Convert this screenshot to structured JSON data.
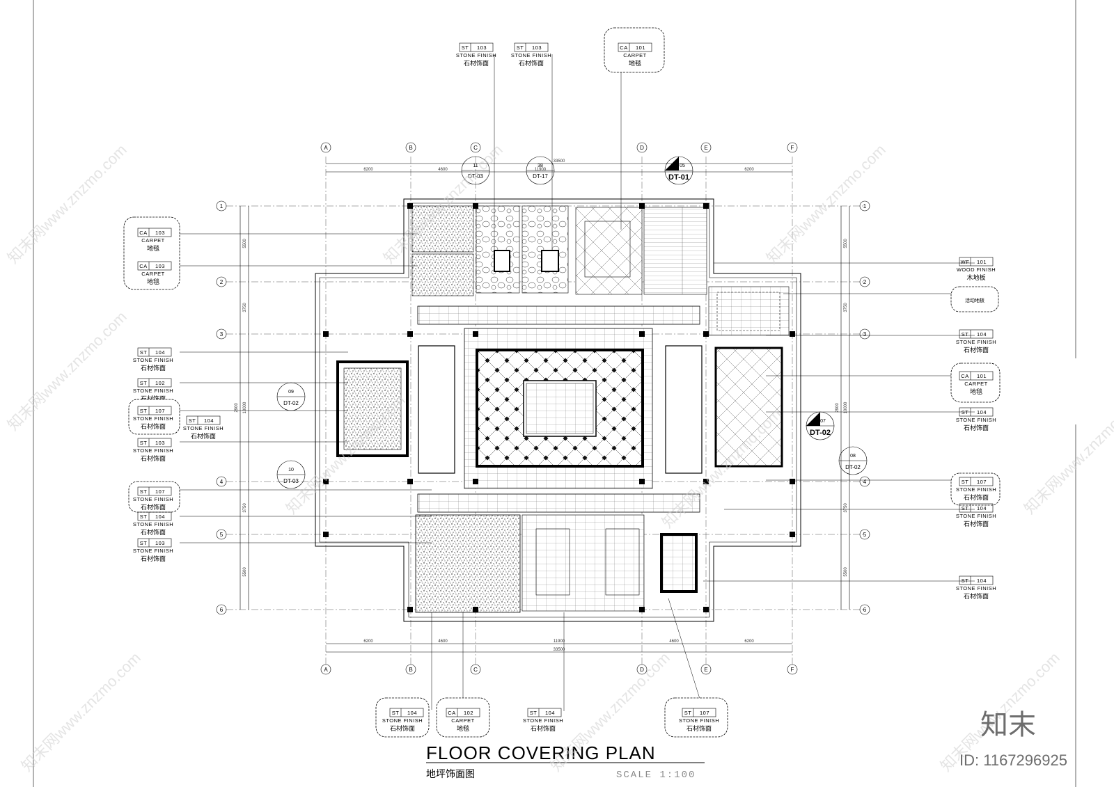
{
  "title": "FLOOR COVERING PLAN",
  "subtitle_cn": "地坪饰面图",
  "scale": "SCALE 1:100",
  "grid_columns": [
    "A",
    "B",
    "C",
    "D",
    "E",
    "F"
  ],
  "grid_rows": [
    "1",
    "2",
    "3",
    "4",
    "5",
    "6"
  ],
  "dim_top": [
    "6200",
    "4600",
    "33500",
    "11900",
    "4600",
    "6200"
  ],
  "dim_bottom": [
    "6200",
    "4600",
    "11900",
    "4600",
    "6200",
    "33500"
  ],
  "dim_left": [
    "5500",
    "3750",
    "2900",
    "10000",
    "3750",
    "5500"
  ],
  "dim_right": [
    "5500",
    "3750",
    "2900",
    "10000",
    "3750",
    "5500"
  ],
  "detail_marks": {
    "dt03_top": {
      "num": "11",
      "ref": "DT-03"
    },
    "dt17_top": {
      "num": "38",
      "ref": "DT-17"
    },
    "dt01_top": {
      "num": "05",
      "ref": "DT-01"
    },
    "dt02_left": {
      "num": "09",
      "ref": "DT-02"
    },
    "dt03_left": {
      "num": "10",
      "ref": "DT-03"
    },
    "dt02_right": {
      "num": "07",
      "ref": "DT-02"
    },
    "dt02_right2": {
      "num": "08",
      "ref": "DT-02"
    }
  },
  "tags": {
    "top1": {
      "code": "ST",
      "no": "103",
      "en": "STONE FINISH",
      "cn": "石材饰面"
    },
    "top2": {
      "code": "ST",
      "no": "103",
      "en": "STONE FINISH",
      "cn": "石材饰面"
    },
    "top3": {
      "code": "CA",
      "no": "101",
      "en": "CARPET",
      "cn": "地毯"
    },
    "left1": {
      "code": "CA",
      "no": "103",
      "en": "CARPET",
      "cn": "地毯"
    },
    "left2": {
      "code": "CA",
      "no": "103",
      "en": "CARPET",
      "cn": "地毯"
    },
    "left3": {
      "code": "ST",
      "no": "104",
      "en": "STONE FINISH",
      "cn": "石材饰面"
    },
    "left4": {
      "code": "ST",
      "no": "102",
      "en": "STONE FINISH",
      "cn": "石材饰面"
    },
    "left5": {
      "code": "ST",
      "no": "107",
      "en": "STONE FINISH",
      "cn": "石材饰面"
    },
    "left5b": {
      "code": "ST",
      "no": "104",
      "en": "STONE FINISH",
      "cn": "石材饰面"
    },
    "left6": {
      "code": "ST",
      "no": "103",
      "en": "STONE FINISH",
      "cn": "石材饰面"
    },
    "left7": {
      "code": "ST",
      "no": "107",
      "en": "STONE FINISH",
      "cn": "石材饰面"
    },
    "left8": {
      "code": "ST",
      "no": "104",
      "en": "STONE FINISH",
      "cn": "石材饰面"
    },
    "left9": {
      "code": "ST",
      "no": "103",
      "en": "STONE FINISH",
      "cn": "石材饰面"
    },
    "right1": {
      "code": "WF",
      "no": "101",
      "en": "WOOD FINISH",
      "cn": "木地板"
    },
    "right2": {
      "code": "",
      "no": "",
      "en": "",
      "cn": "活动地板"
    },
    "right3": {
      "code": "ST",
      "no": "104",
      "en": "STONE FINISH",
      "cn": "石材饰面"
    },
    "right4": {
      "code": "CA",
      "no": "101",
      "en": "CARPET",
      "cn": "地毯"
    },
    "right5": {
      "code": "ST",
      "no": "104",
      "en": "STONE FINISH",
      "cn": "石材饰面"
    },
    "right6": {
      "code": "ST",
      "no": "107",
      "en": "STONE FINISH",
      "cn": "石材饰面"
    },
    "right7": {
      "code": "ST",
      "no": "104",
      "en": "STONE FINISH",
      "cn": "石材饰面"
    },
    "right8": {
      "code": "ST",
      "no": "104",
      "en": "STONE FINISH",
      "cn": "石材饰面"
    },
    "bot1": {
      "code": "ST",
      "no": "104",
      "en": "STONE FINISH",
      "cn": "石材饰面"
    },
    "bot2": {
      "code": "CA",
      "no": "102",
      "en": "CARPET",
      "cn": "地毯"
    },
    "bot3": {
      "code": "ST",
      "no": "104",
      "en": "STONE FINISH",
      "cn": "石材饰面"
    },
    "bot4": {
      "code": "ST",
      "no": "107",
      "en": "STONE FINISH",
      "cn": "石材饰面"
    }
  },
  "watermark": {
    "site": "知末网www.znzmo.com",
    "logo": "知末",
    "id": "ID: 1167296925"
  }
}
